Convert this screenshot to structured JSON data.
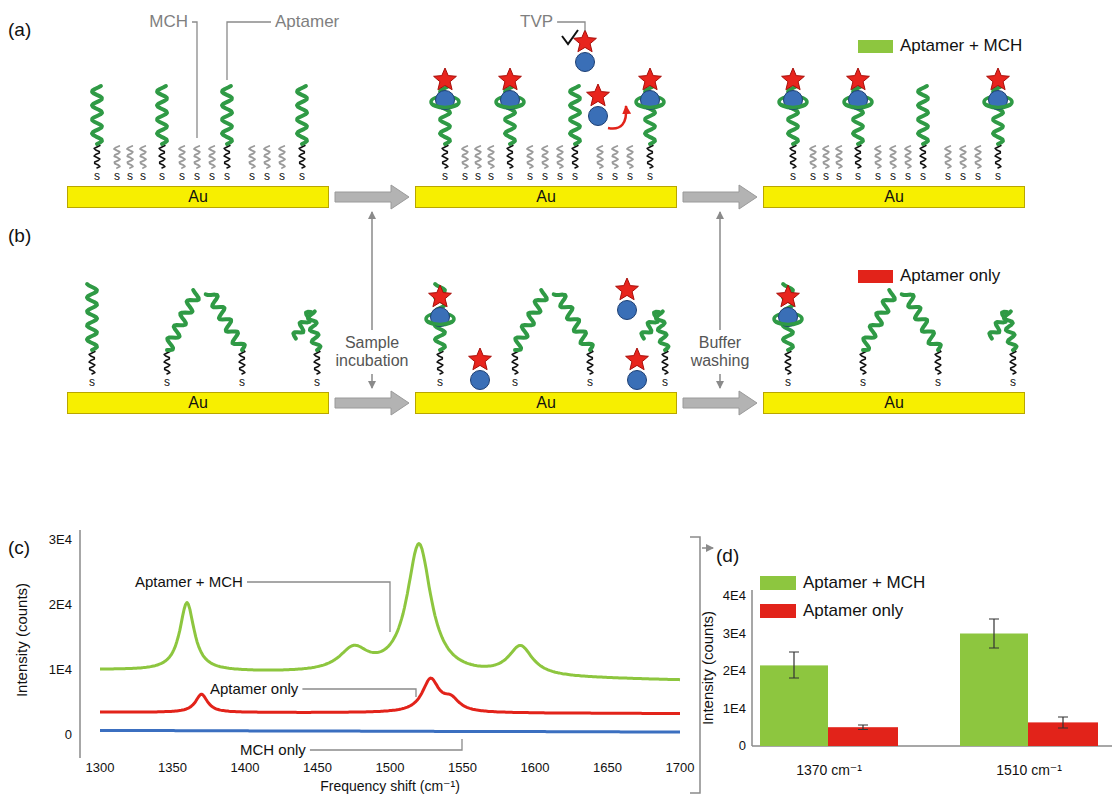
{
  "diagram": {
    "nodes": [
      {
        "text": [
          "Au"
        ]
      },
      {
        "text": [
          "Au"
        ]
      },
      {
        "text": [
          "Au"
        ]
      },
      {
        "text": [
          "Au"
        ]
      },
      {
        "text": [
          "Au"
        ]
      },
      {
        "text": [
          "Au"
        ]
      }
    ],
    "edges": [
      {
        "from": 0,
        "to": 1,
        "arrow": "to"
      },
      {
        "from": 1,
        "to": 2,
        "arrow": "to"
      },
      {
        "from": 3,
        "to": 4,
        "arrow": "to"
      },
      {
        "from": 4,
        "to": 5,
        "arrow": "to"
      }
    ],
    "labels": [
      "(a)",
      "MCH",
      "Aptamer",
      "TVP",
      "(b)",
      "Sample incubation",
      "Buffer washing",
      "(c)",
      "3E4",
      "2E4",
      "1E4",
      "0",
      "1300",
      "1350",
      "1400",
      "1450",
      "1500",
      "1550",
      "1600",
      "1650",
      "1700",
      "Intensity (counts)",
      "Frequency shift (cm⁻¹)",
      "Aptamer + MCH",
      "Aptamer only",
      "MCH only",
      "(d)",
      "4E4",
      "3E4",
      "2E4",
      "1E4",
      "0",
      "Intensity (counts)",
      "1370 cm⁻¹",
      "1510 cm⁻¹",
      "s",
      "s",
      "s",
      "s",
      "s",
      "s",
      "s",
      "s",
      "s",
      "s",
      "s",
      "s",
      "s",
      "s",
      "s",
      "s",
      "s",
      "s",
      "s",
      "s",
      "s",
      "s",
      "s",
      "s",
      "s",
      "s",
      "s",
      "s",
      "s",
      "s",
      "s",
      "s",
      "s",
      "s",
      "s",
      "s",
      "s",
      "s",
      "s",
      "s",
      "s",
      "s",
      "s",
      "s",
      "s",
      "s",
      "s",
      "s",
      "s",
      "s",
      "s"
    ],
    "legend": [
      {
        "text": "Aptamer + MCH",
        "color": "#8dc63f"
      },
      {
        "text": "Aptamer only",
        "color": "#e2231a"
      },
      {
        "text": "Aptamer + MCH",
        "color": "#8dc63f"
      },
      {
        "text": "Aptamer only",
        "color": "#e2231a"
      }
    ]
  }
}
